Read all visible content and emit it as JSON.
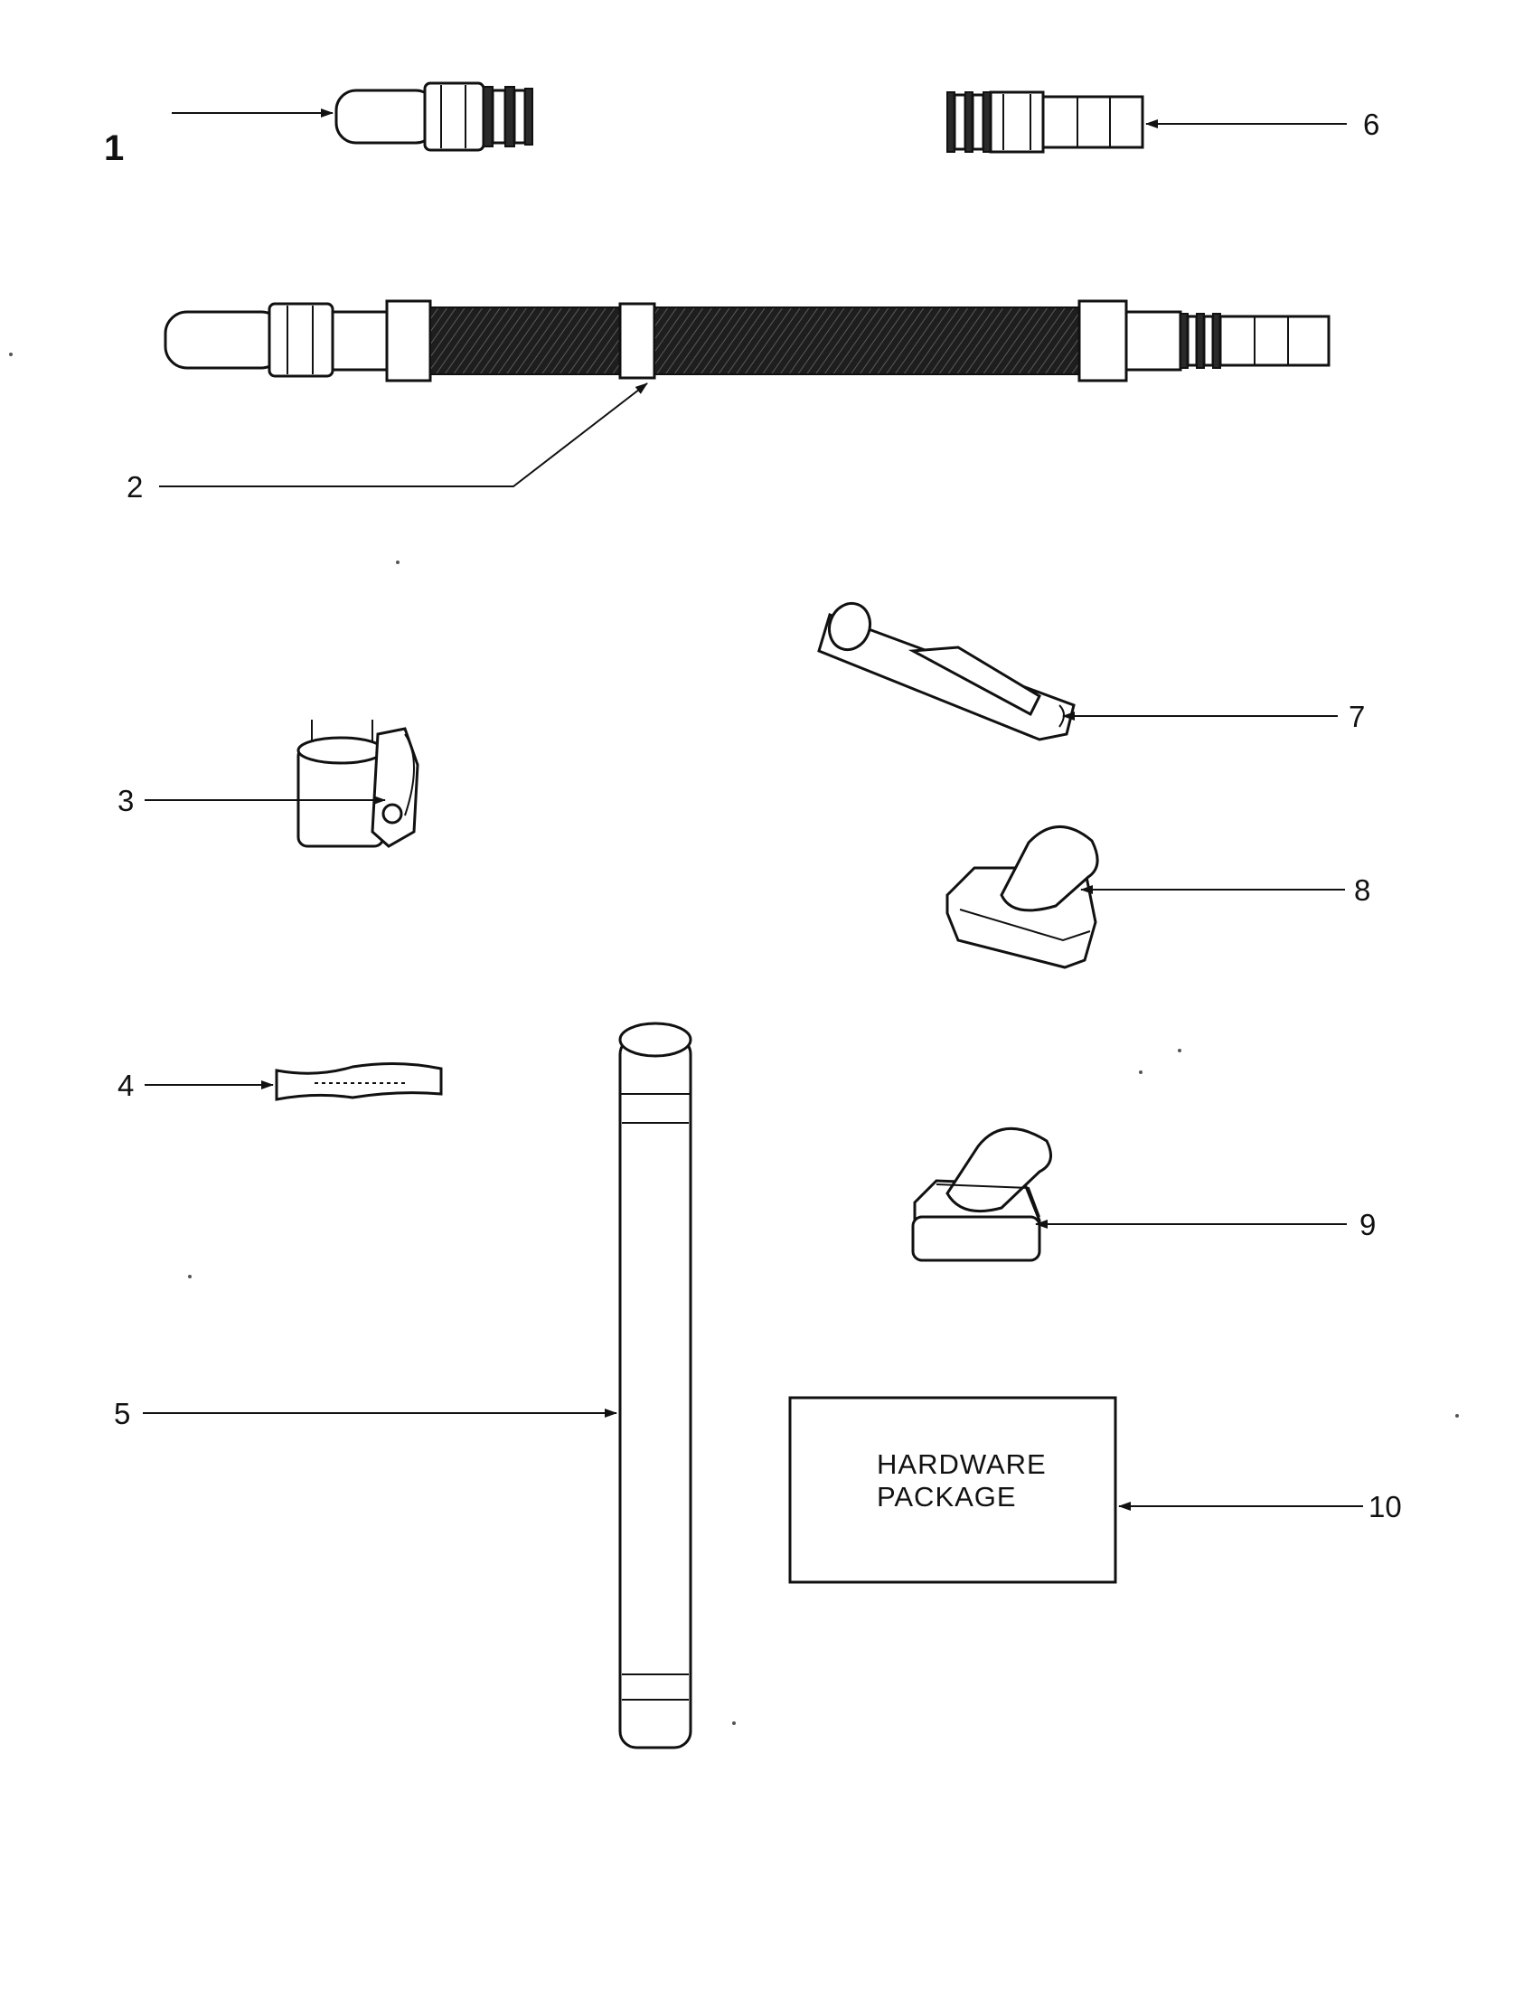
{
  "figure_number": "1",
  "callouts": {
    "c1": "",
    "c2": "2",
    "c3": "3",
    "c4": "4",
    "c5": "5",
    "c6": "6",
    "c7": "7",
    "c8": "8",
    "c9": "9",
    "c10": "10"
  },
  "hardware_box": {
    "line1": "HARDWARE",
    "line2": "PACKAGE"
  }
}
